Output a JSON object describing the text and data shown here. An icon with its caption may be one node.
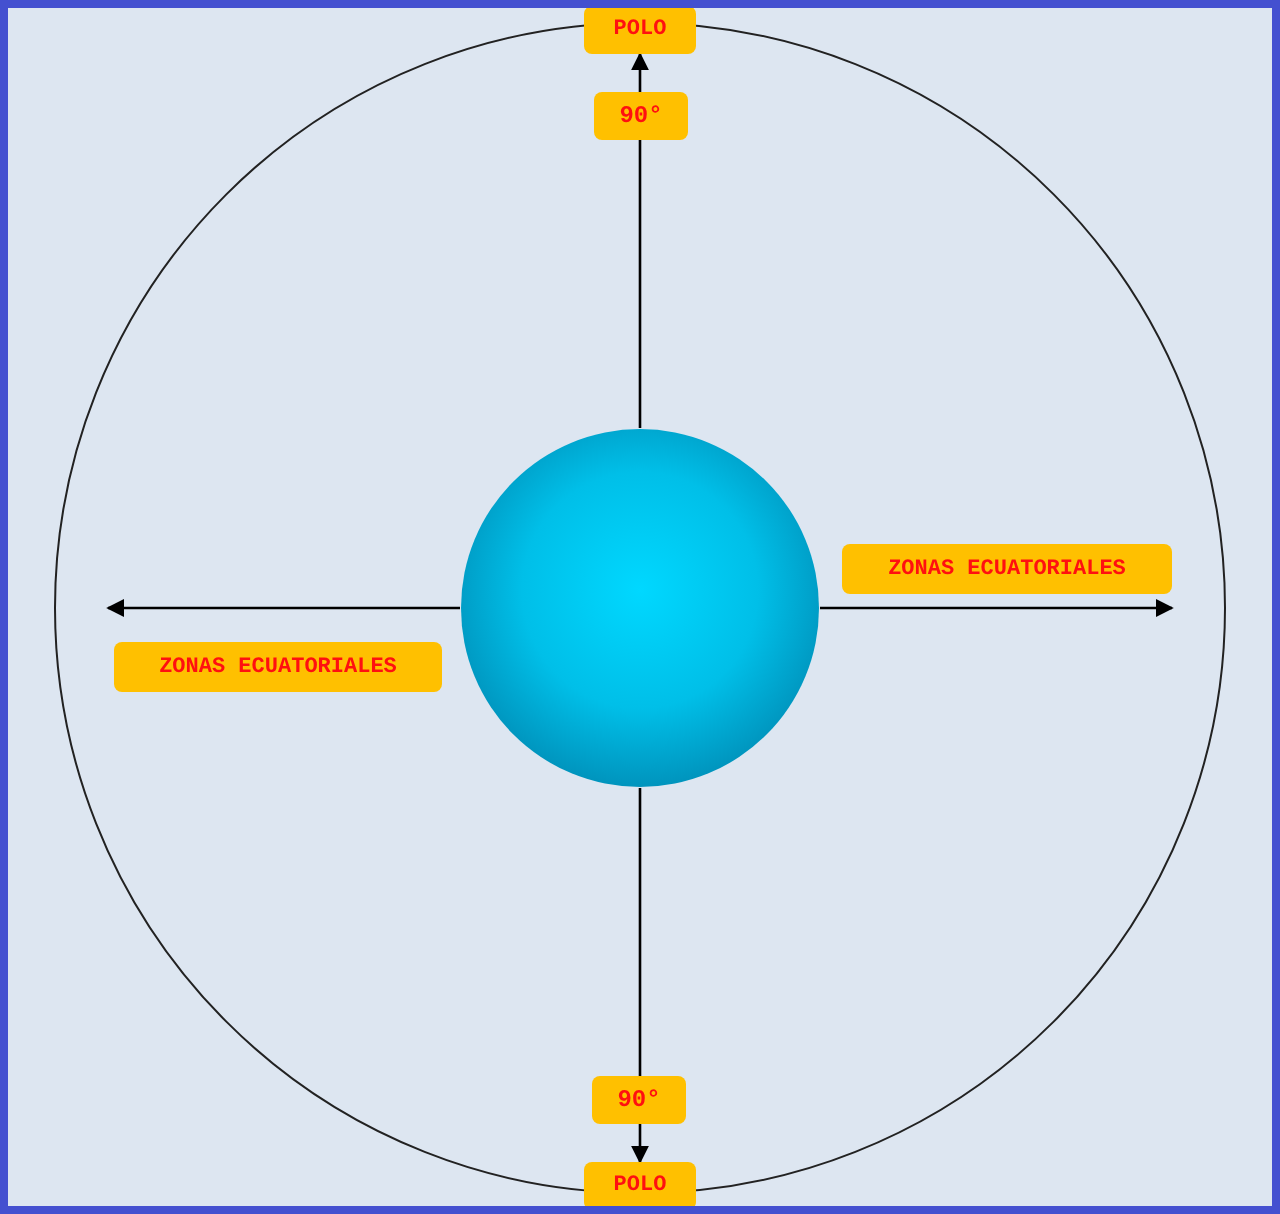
{
  "diagram": {
    "nodes": [
      {
        "text": [],
        "shape": "circle"
      },
      {
        "text": [],
        "shape": "circle",
        "in": 0
      },
      {
        "text": [
          "POLO"
        ]
      },
      {
        "text": [
          "POLO"
        ]
      }
    ],
    "edges": [
      {
        "from": 1,
        "to": 2,
        "arrow": "to",
        "label": "90°"
      },
      {
        "from": 1,
        "to": 3,
        "arrow": "to",
        "label": "90°"
      },
      {
        "from": 1,
        "to": null,
        "arrow": "to",
        "label": "ZONAS ECUATORIALES"
      },
      {
        "from": 1,
        "to": null,
        "arrow": "to",
        "label": "ZONAS ECUATORIALES"
      }
    ]
  }
}
